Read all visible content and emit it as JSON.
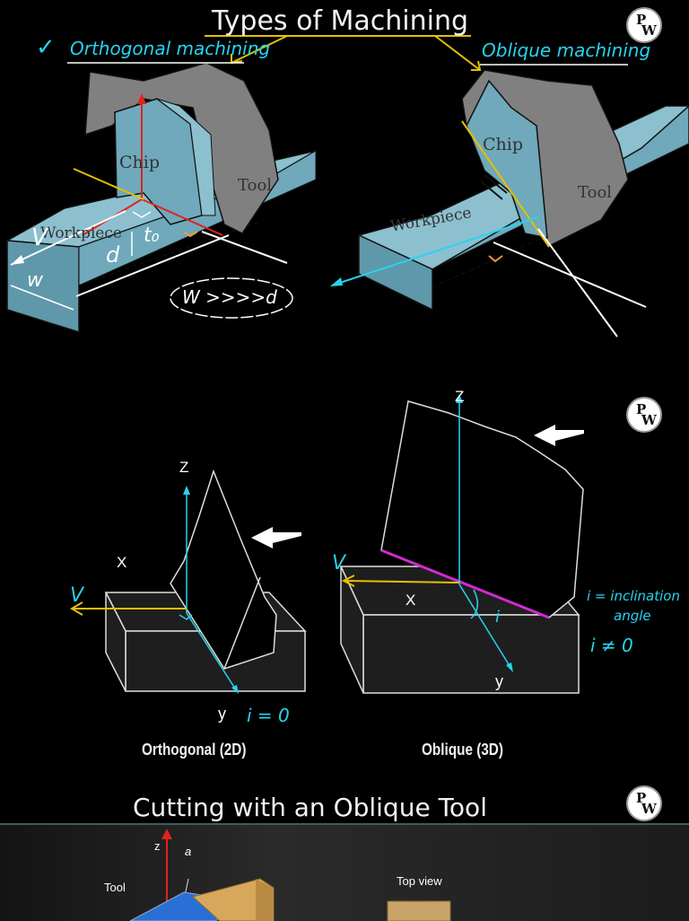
{
  "slide1": {
    "title": "Types of Machining",
    "left_heading": "Orthogonal machining",
    "right_heading": "Oblique machining",
    "left_labels": {
      "chip": "Chip",
      "tool": "Tool",
      "workpiece": "Workpiece"
    },
    "right_labels": {
      "chip": "Chip",
      "tool": "Tool",
      "workpiece": "Workpiece"
    },
    "annotations": {
      "v": "V",
      "d": "d",
      "t0": "t₀",
      "w": "w",
      "cloud": "W >>>>d",
      "check": "✓"
    }
  },
  "slide2": {
    "ortho": {
      "z": "Z",
      "x": "X",
      "v": "V",
      "y": "y",
      "i": "i = 0"
    },
    "oblique": {
      "z": "Z",
      "v": "V",
      "x": "X",
      "y": "y",
      "i": "i"
    },
    "notes": [
      "i = inclination",
      "angle",
      "i ≠ 0"
    ],
    "caption_left": "Orthogonal (2D)",
    "caption_right": "Oblique (3D)"
  },
  "slide3": {
    "title": "Cutting with an Oblique Tool",
    "labels": {
      "tool": "Tool",
      "z": "z",
      "a": "a",
      "top_view": "Top view"
    }
  },
  "logo": {
    "p": "P",
    "w": "W"
  },
  "colors": {
    "workpiece": "#6fa9bb",
    "tool": "#808080",
    "cyan": "#27d3f0",
    "yellow": "#e5c000",
    "red": "#e0241b",
    "magenta": "#d12bd1"
  }
}
